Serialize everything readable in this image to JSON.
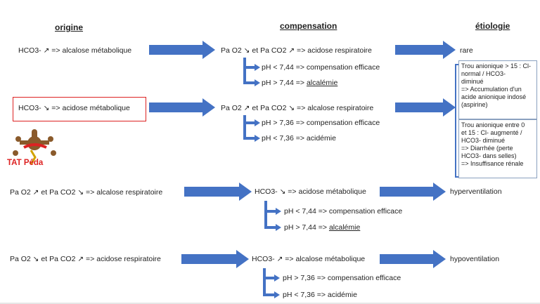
{
  "headers": {
    "origine": "origine",
    "compensation": "compensation",
    "etiologie": "étiologie"
  },
  "rows": [
    {
      "origin": "HCO3- ↗ => alcalose métabolique",
      "comp": "Pa O2 ↘ et Pa CO2 ↗ => acidose respiratoire",
      "ph1": "pH < 7,44 => compensation efficace",
      "ph2_prefix": "pH > 7,44 => ",
      "ph2_word": "alcalémie",
      "etio": "rare"
    },
    {
      "origin": "HCO3- ↘ => acidose métabolique",
      "comp": "Pa O2 ↗ et Pa CO2 ↘ => alcalose respiratoire",
      "ph1": "pH > 7,36 => compensation efficace",
      "ph2_prefix": "pH < 7,36 => acidémie",
      "ph2_word": "",
      "etio": ""
    },
    {
      "origin": "Pa O2 ↗ et Pa CO2 ↘ => alcalose respiratoire",
      "comp": "HCO3- ↘ => acidose métabolique",
      "ph1": "pH < 7,44 => compensation efficace",
      "ph2_prefix": "pH > 7,44 => ",
      "ph2_word": "alcalémie",
      "etio": "hyperventilation"
    },
    {
      "origin": "Pa O2 ↘ et Pa CO2 ↗ => acidose respiratoire",
      "comp": "HCO3- ↗ => alcalose métabolique",
      "ph1": "pH > 7,36 => compensation efficace",
      "ph2_prefix": "pH < 7,36 => acidémie",
      "ph2_word": "",
      "etio": "hypoventilation"
    }
  ],
  "box1": [
    "Trou anionique > 15 : Cl-",
    "normal / HCO3-",
    "diminué",
    "=> Accumulation d'un",
    "acide anionique indosé",
    "(aspirine)"
  ],
  "box2": [
    "Trou anionique entre 0",
    "et 15 : Cl- augmenté /",
    "HCO3- diminué",
    "=> Diarrhée (perte",
    "HCO3- dans selles)",
    "=> Insuffisance rénale"
  ],
  "logo": {
    "text": "TAT Péda"
  },
  "colors": {
    "arrow": "#4472c4",
    "highlight": "#dd2222"
  }
}
